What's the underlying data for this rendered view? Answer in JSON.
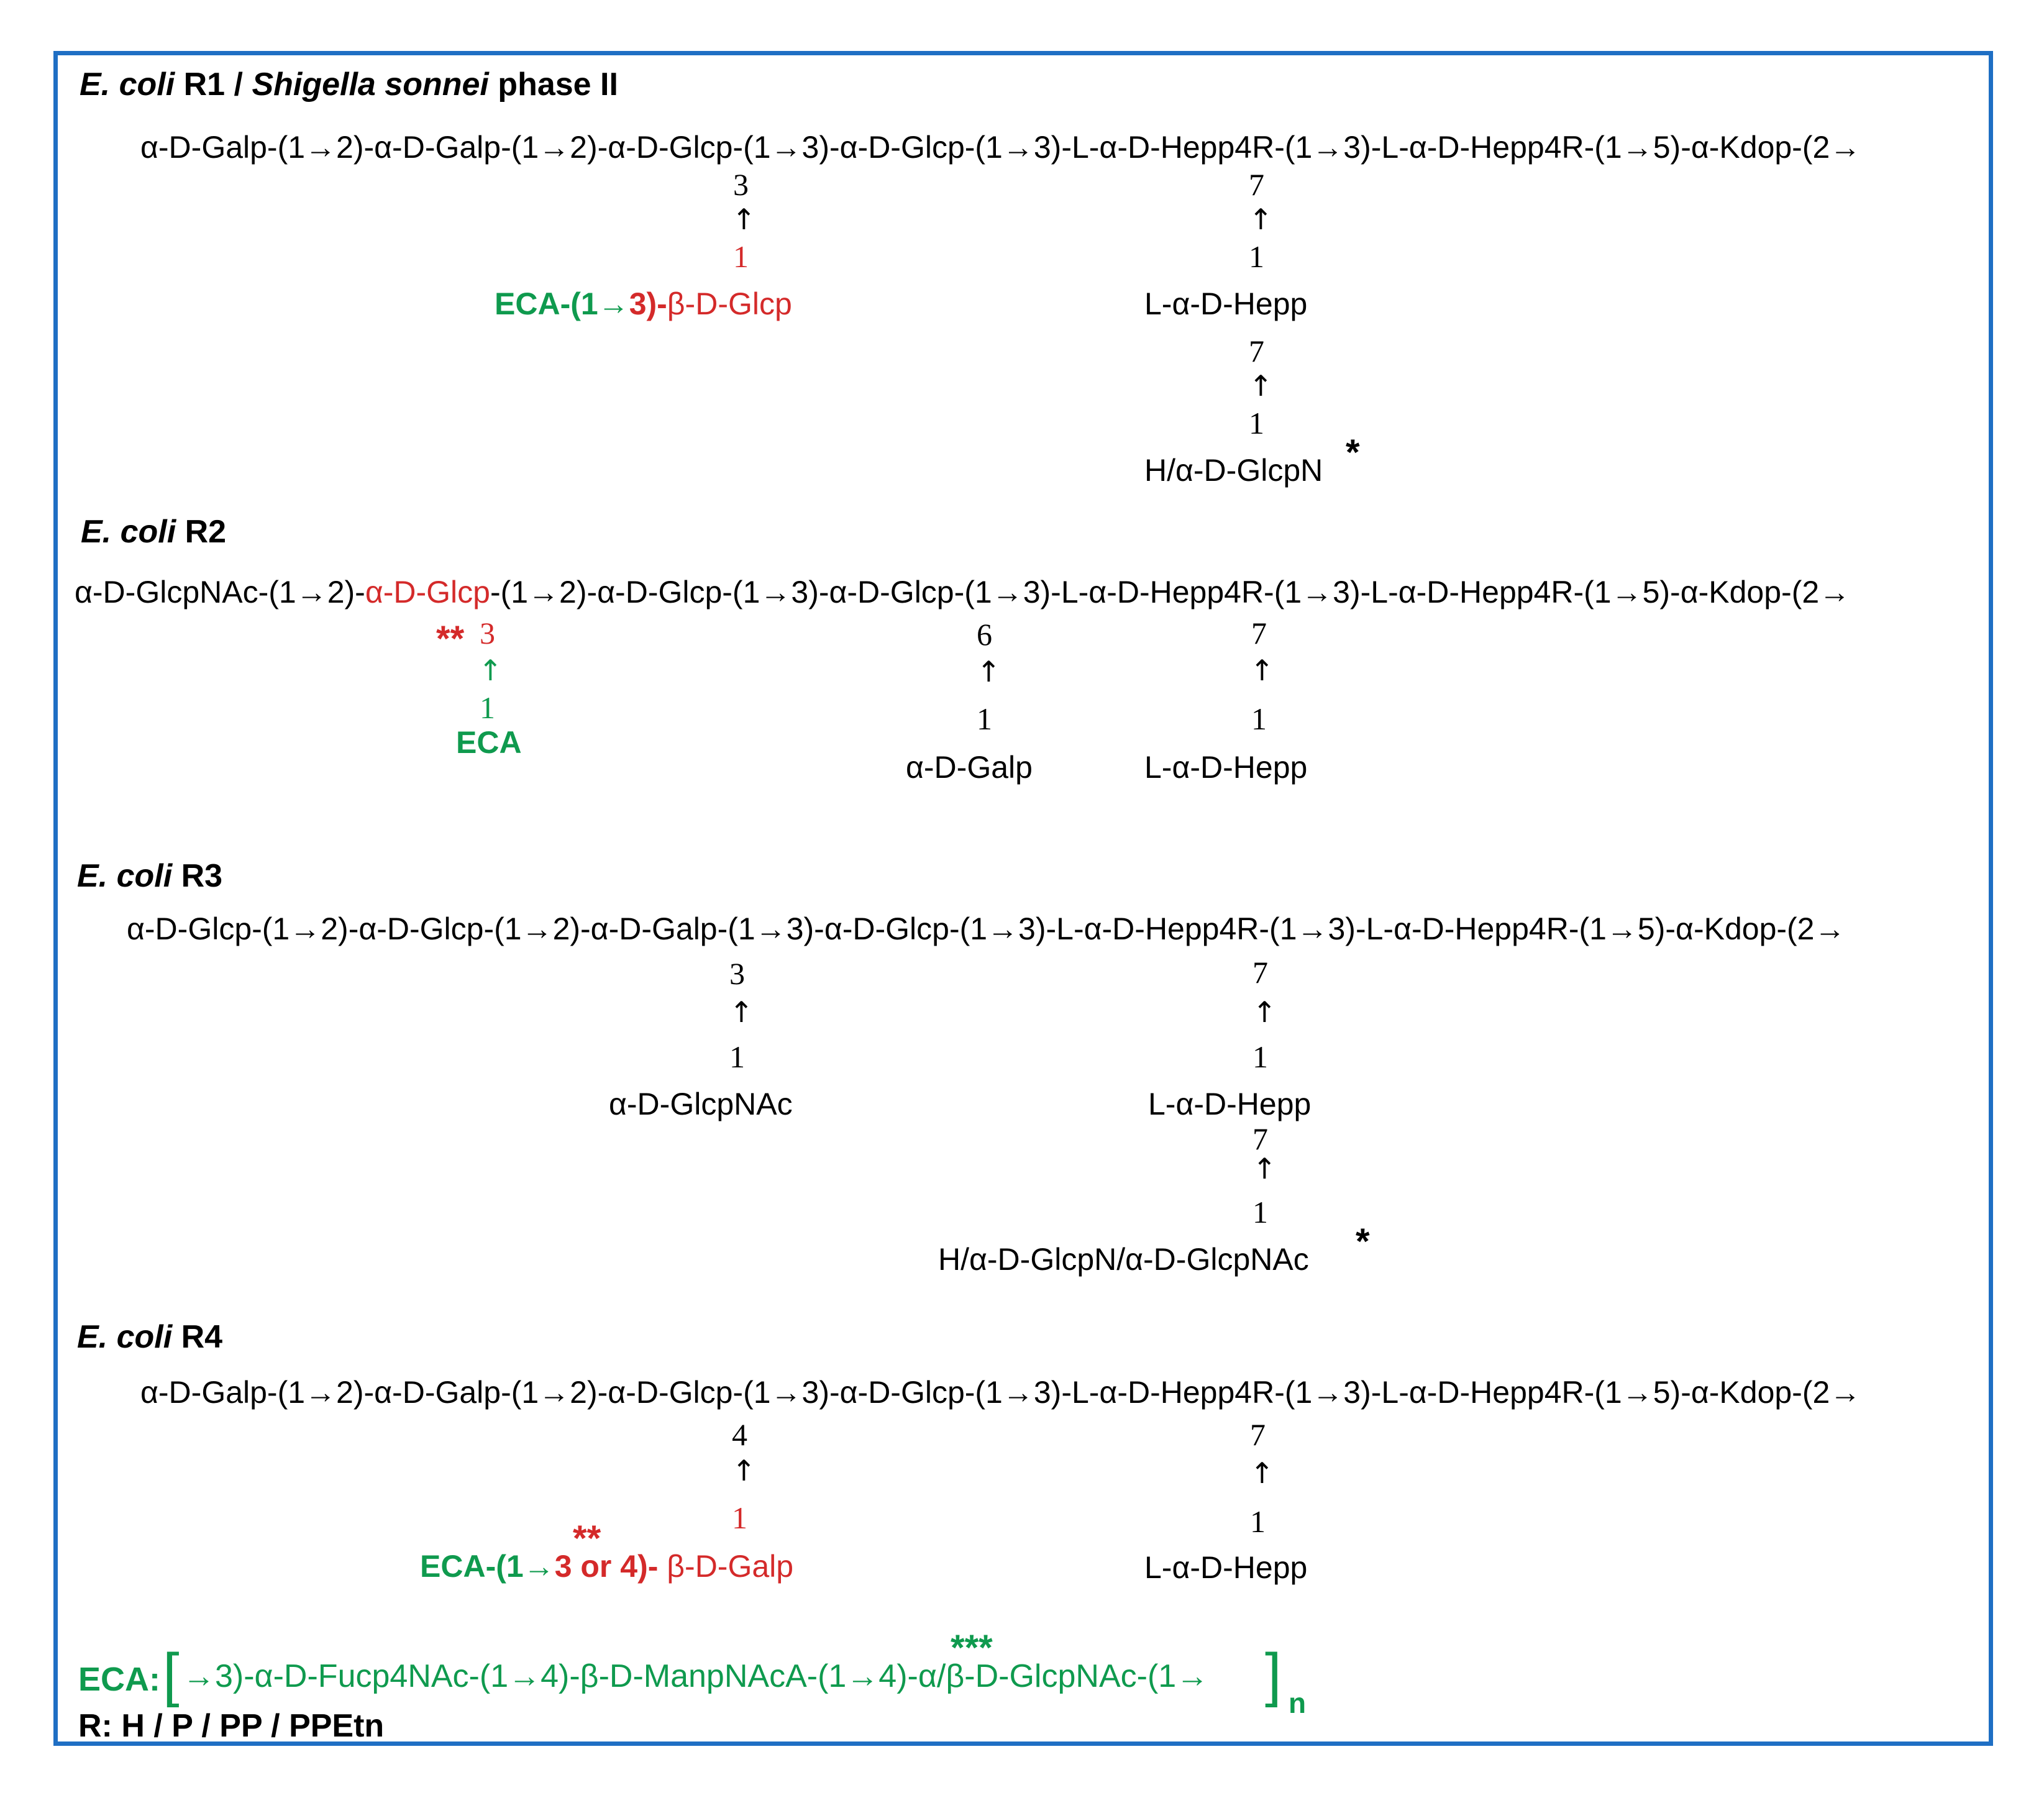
{
  "headers": {
    "r1_species": "E. coli",
    "r1_label": "R1 / ",
    "r1_species2": "Shigella sonnei",
    "r1_phase": " phase II",
    "r2_species": "E. coli",
    "r2_label": " R2",
    "r3_species": "E. coli",
    "r3_label": " R3",
    "r4_species": "E. coli",
    "r4_label": " R4"
  },
  "r1": {
    "chain": "α-D-Galp-(1→2)-α-D-Galp-(1→2)-α-D-Glcp-(1→3)-α-D-Glcp-(1→3)-L-α-D-Hepp4R-(1→3)-L-α-D-Hepp4R-(1→5)-α-Kdop-(2→",
    "b1_pos": "3",
    "b1_arrow": "↑",
    "b1_one": "1",
    "b1_label_eca": "ECA-(1→",
    "b1_label_3": "3)-",
    "b1_label_sugar": "β-D-Glcp",
    "b2_pos": "7",
    "b2_arrow": "↑",
    "b2_one": "1",
    "b2_label": "L-α-D-Hepp",
    "b3_pos": "7",
    "b3_arrow": "↑",
    "b3_one": "1",
    "b3_label": "H/α-D-GlcpN",
    "b3_star": "*"
  },
  "r2": {
    "chain_a": "α-D-GlcpNAc-(1→2)-",
    "chain_b": "α-D-Glcp",
    "chain_c": "-(1→2)-α-D-Glcp-(1→3)-α-D-Glcp-(1→3)-L-α-D-Hepp4R-(1→3)-L-α-D-Hepp4R-(1→5)-α-Kdop-(2→",
    "b1_stars": "**",
    "b1_pos": "3",
    "b1_arrow": "↑",
    "b1_one": "1",
    "b1_label": "ECA",
    "b2_pos": "6",
    "b2_arrow": "↑",
    "b2_one": "1",
    "b2_label": "α-D-Galp",
    "b3_pos": "7",
    "b3_arrow": "↑",
    "b3_one": "1",
    "b3_label": "L-α-D-Hepp"
  },
  "r3": {
    "chain": "α-D-Glcp-(1→2)-α-D-Glcp-(1→2)-α-D-Galp-(1→3)-α-D-Glcp-(1→3)-L-α-D-Hepp4R-(1→3)-L-α-D-Hepp4R-(1→5)-α-Kdop-(2→",
    "b1_pos": "3",
    "b1_arrow": "↑",
    "b1_one": "1",
    "b1_label": "α-D-GlcpNAc",
    "b2_pos": "7",
    "b2_arrow": "↑",
    "b2_one": "1",
    "b2_label": "L-α-D-Hepp",
    "b3_pos": "7",
    "b3_arrow": "↑",
    "b3_one": "1",
    "b3_label": "H/α-D-GlcpN/α-D-GlcpNAc",
    "b3_star": "*"
  },
  "r4": {
    "chain": "α-D-Galp-(1→2)-α-D-Galp-(1→2)-α-D-Glcp-(1→3)-α-D-Glcp-(1→3)-L-α-D-Hepp4R-(1→3)-L-α-D-Hepp4R-(1→5)-α-Kdop-(2→",
    "b1_pos": "4",
    "b1_arrow": "↑",
    "b1_one": "1",
    "b1_stars": "**",
    "b1_label_eca": "ECA-(1→",
    "b1_label_34": "3 or 4)-",
    "b1_label_sugar": " β-D-Galp",
    "b2_pos": "7",
    "b2_arrow": "↑",
    "b2_one": "1",
    "b2_label": "L-α-D-Hepp"
  },
  "footer": {
    "eca_label": "ECA:",
    "bracket_open": "[",
    "eca_repeat": "→3)-α-D-Fucp4NAc-(1→4)-β-D-ManpNAcA-(1→4)-α/β-D-GlcpNAc-(1→",
    "bracket_close": "]",
    "n": "n",
    "eca_stars": "***",
    "r_def": "R: H / P / PP / PPEtn"
  },
  "colors": {
    "border": "#1f6fc4",
    "red": "#d42a2a",
    "green": "#0f9a4e",
    "text": "#000000"
  }
}
